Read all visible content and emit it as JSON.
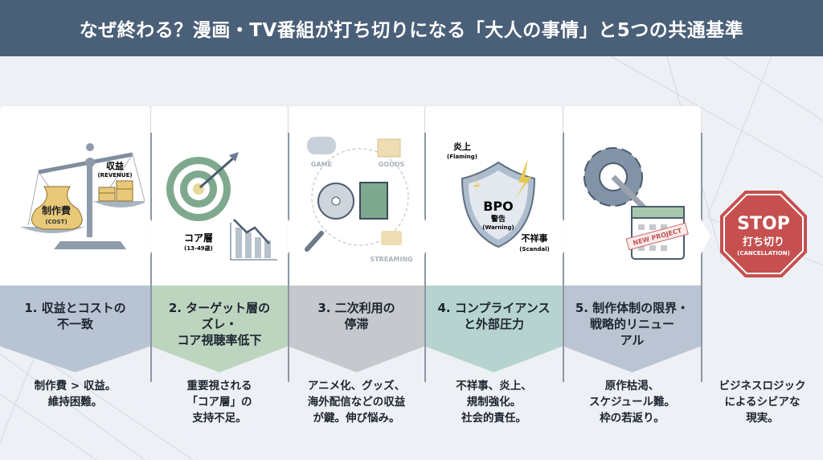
{
  "title": "なぜ終わる？漫画・TV番組が打ち切りになる「大人の事情」と5つの共通基準",
  "columns": [
    {
      "heading": "1. 収益とコストの\n不一致",
      "desc": "制作費 > 収益。\n維持困難。",
      "color": "#b8c4d4",
      "icon_labels": {
        "cost": "制作費",
        "cost_en": "(COST)",
        "revenue": "収益",
        "revenue_en": "(REVENUE)"
      }
    },
    {
      "heading": "2. ターゲット層の\nズレ・\nコア視聴率低下",
      "desc": "重要視される\n「コア層」の\n支持不足。",
      "color": "#bdd4bf",
      "icon_labels": {
        "core": "コア層",
        "core_age": "(13-49歳)"
      }
    },
    {
      "heading": "3. 二次利用の\n停滞",
      "desc": "アニメ化、グッズ、\n海外配信などの収益\nが鍵。伸び悩み。",
      "color": "#c5c8cc",
      "icon_labels": {
        "game": "GAME",
        "goods": "GOODS",
        "streaming": "STREAMING"
      }
    },
    {
      "heading": "4. コンプライアンス\nと外部圧力",
      "desc": "不祥事、炎上、\n規制強化。\n社会的責任。",
      "color": "#b6d3cf",
      "icon_labels": {
        "flaming": "炎上",
        "flaming_en": "(Flaming)",
        "bpo": "BPO",
        "warning": "警告",
        "warning_en": "(Warning)",
        "scandal": "不祥事",
        "scandal_en": "(Scandal)"
      }
    },
    {
      "heading": "5. 制作体制の限界・\n戦略的リニュー\nアル",
      "desc": "原作枯渇、\nスケジュール難。\n枠の若返り。",
      "color": "#bac4d3",
      "icon_labels": {
        "stamp": "NEW PROJECT"
      }
    }
  ],
  "final": {
    "stop": "STOP",
    "cancel": "打ち切り",
    "cancel_en": "(CANCELLATION)",
    "desc": "ビジネスロジック\nによるシビアな\n現実。",
    "color": "#c5504f"
  }
}
